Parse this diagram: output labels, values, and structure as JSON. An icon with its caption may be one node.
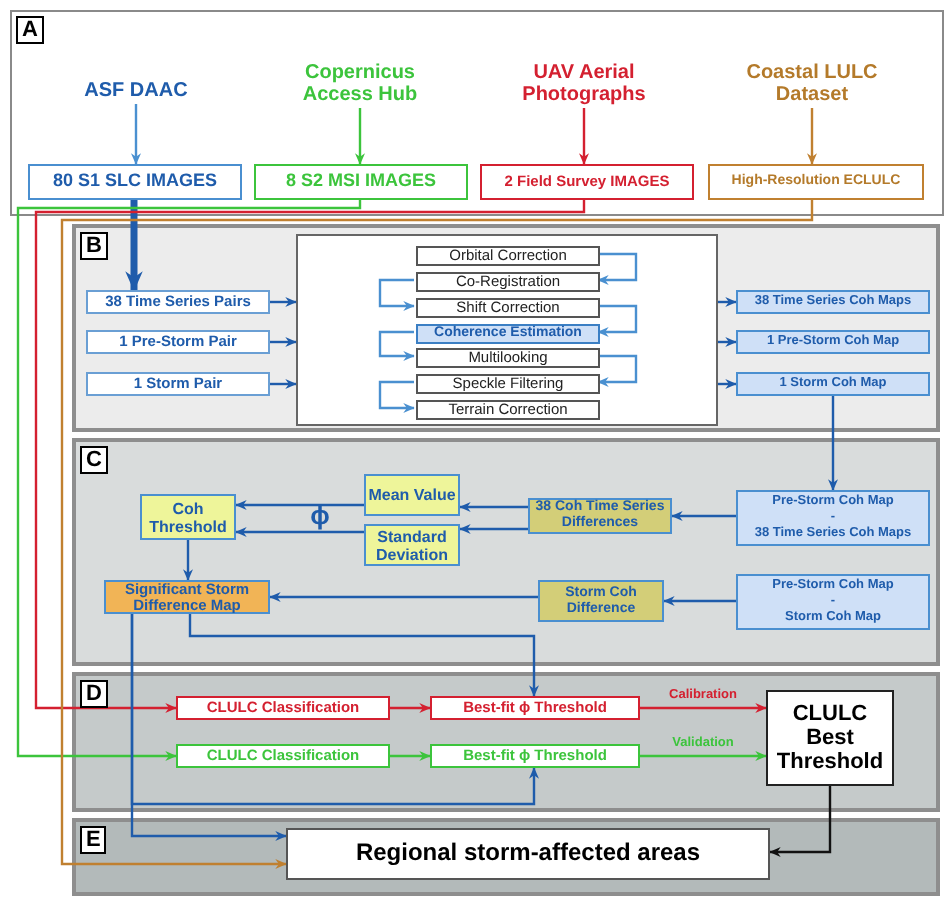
{
  "diagram": {
    "nodes": [
      {
        "text": [
          "A"
        ]
      },
      {
        "text": [
          "ASF DAAC"
        ],
        "in": 0
      },
      {
        "text": [
          "Copernicus Access Hub"
        ],
        "in": 0
      },
      {
        "text": [
          "UAV Aerial Photographs"
        ],
        "in": 0
      },
      {
        "text": [
          "Coastal LULC Dataset"
        ],
        "in": 0
      },
      {
        "text": [
          "80 S1 SLC IMAGES"
        ],
        "in": 0
      },
      {
        "text": [
          "8 S2 MSI IMAGES"
        ],
        "in": 0
      },
      {
        "text": [
          "2 Field Survey IMAGES"
        ],
        "in": 0
      },
      {
        "text": [
          "High-Resolution ECLULC"
        ],
        "in": 0
      },
      {
        "text": [
          "B"
        ]
      },
      {
        "text": [],
        "shape": "box",
        "in": 9
      },
      {
        "text": [
          "Orbital Correction"
        ],
        "in": 10
      },
      {
        "text": [
          "Co-Registration"
        ],
        "in": 10
      },
      {
        "text": [
          "Shift Correction"
        ],
        "in": 10
      },
      {
        "text": [
          "Coherence Estimation"
        ],
        "in": 10
      },
      {
        "text": [
          "Multilooking"
        ],
        "in": 10
      },
      {
        "text": [
          "Speckle Filtering"
        ],
        "in": 10
      },
      {
        "text": [
          "Terrain Correction"
        ],
        "in": 10
      },
      {
        "text": [
          "38 Time Series Pairs"
        ],
        "in": 9
      },
      {
        "text": [
          "1 Pre-Storm Pair"
        ],
        "in": 9
      },
      {
        "text": [
          "1 Storm Pair"
        ],
        "in": 9
      },
      {
        "text": [
          "38 Time Series Coh Maps"
        ],
        "in": 9
      },
      {
        "text": [
          "1 Pre-Storm Coh Map"
        ],
        "in": 9
      },
      {
        "text": [
          "1 Storm Coh Map"
        ],
        "in": 9
      },
      {
        "text": [
          "C"
        ]
      },
      {
        "text": [
          "Coh Threshold"
        ],
        "in": 24
      },
      {
        "text": [
          "Mean Value"
        ],
        "in": 24
      },
      {
        "text": [
          "Standard Deviation"
        ],
        "in": 24
      },
      {
        "text": [
          "38 Coh Time Series Differences"
        ],
        "in": 24
      },
      {
        "text": [
          "Pre-Storm Coh Map",
          "-",
          "38 Time Series Coh Maps"
        ],
        "in": 24
      },
      {
        "text": [
          "Significant Storm Difference Map"
        ],
        "in": 24
      },
      {
        "text": [
          "Storm Coh Difference"
        ],
        "in": 24
      },
      {
        "text": [
          "Pre-Storm Coh Map",
          "-",
          "Storm Coh Map"
        ],
        "in": 24
      },
      {
        "text": [
          "D"
        ]
      },
      {
        "text": [
          "CLULC Classification"
        ],
        "in": 33
      },
      {
        "text": [
          "Best-fit ϕ Threshold"
        ],
        "in": 33
      },
      {
        "text": [
          "CLULC Best Threshold"
        ],
        "in": 33
      },
      {
        "text": [
          "CLULC Classification"
        ],
        "in": 33
      },
      {
        "text": [
          "Best-fit ϕ Threshold"
        ],
        "in": 33
      },
      {
        "text": [
          "E"
        ]
      },
      {
        "text": [
          "Regional storm-affected areas"
        ],
        "in": 39
      }
    ],
    "edges": [
      {
        "from": 1,
        "to": 5,
        "arrow": "to",
        "color": "#4a90d0"
      },
      {
        "from": 2,
        "to": 6,
        "arrow": "to",
        "color": "#3cc43c"
      },
      {
        "from": 3,
        "to": 7,
        "arrow": "to",
        "color": "#d42030"
      },
      {
        "from": 4,
        "to": 8,
        "arrow": "to",
        "color": "#c08030"
      },
      {
        "from": 5,
        "to": 18,
        "arrow": "to",
        "style": "thick"
      },
      {
        "from": 6,
        "to": 37,
        "arrow": "to",
        "color": "#3cc43c"
      },
      {
        "from": 7,
        "to": 34,
        "arrow": "to",
        "color": "#d42030"
      },
      {
        "from": 8,
        "to": 40,
        "arrow": "to",
        "color": "#c08030"
      },
      {
        "from": 18,
        "to": 10,
        "arrow": "to"
      },
      {
        "from": 19,
        "to": 10,
        "arrow": "to"
      },
      {
        "from": 20,
        "to": 10,
        "arrow": "to"
      },
      {
        "from": 10,
        "to": 21,
        "arrow": "to"
      },
      {
        "from": 10,
        "to": 22,
        "arrow": "to"
      },
      {
        "from": 10,
        "to": 23,
        "arrow": "to"
      },
      {
        "from": 11,
        "to": 12,
        "arrow": "to",
        "color": "#4a90d0"
      },
      {
        "from": 12,
        "to": 13,
        "arrow": "to",
        "color": "#4a90d0"
      },
      {
        "from": 13,
        "to": 14,
        "arrow": "to",
        "color": "#4a90d0"
      },
      {
        "from": 14,
        "to": 15,
        "arrow": "to",
        "color": "#4a90d0"
      },
      {
        "from": 15,
        "to": 16,
        "arrow": "to",
        "color": "#4a90d0"
      },
      {
        "from": 16,
        "to": 17,
        "arrow": "to",
        "color": "#4a90d0"
      },
      {
        "from": 23,
        "to": 29,
        "arrow": "to"
      },
      {
        "from": 29,
        "to": 28,
        "arrow": "to"
      },
      {
        "from": 28,
        "to": 26,
        "arrow": "to"
      },
      {
        "from": 28,
        "to": 27,
        "arrow": "to"
      },
      {
        "from": 26,
        "to": 25,
        "arrow": "to"
      },
      {
        "from": 27,
        "to": 25,
        "arrow": "to"
      },
      {
        "from": 25,
        "to": 30,
        "arrow": "to"
      },
      {
        "from": 32,
        "to": 31,
        "arrow": "to"
      },
      {
        "from": 31,
        "to": 30,
        "arrow": "to"
      },
      {
        "from": 30,
        "to": 35,
        "arrow": "to"
      },
      {
        "from": 30,
        "to": 38,
        "arrow": "to"
      },
      {
        "from": 30,
        "to": 40,
        "arrow": "to"
      },
      {
        "from": 34,
        "to": 35,
        "arrow": "to",
        "color": "#d42030"
      },
      {
        "from": 35,
        "to": 36,
        "arrow": "to",
        "label": "Calibration",
        "color": "#d42030"
      },
      {
        "from": 37,
        "to": 38,
        "arrow": "to",
        "color": "#3cc43c"
      },
      {
        "from": 38,
        "to": 36,
        "arrow": "to",
        "label": "Validation",
        "color": "#3cc43c"
      },
      {
        "from": 36,
        "to": 40,
        "arrow": "to",
        "color": "#111111"
      }
    ],
    "labels": [
      "ϕ"
    ]
  }
}
